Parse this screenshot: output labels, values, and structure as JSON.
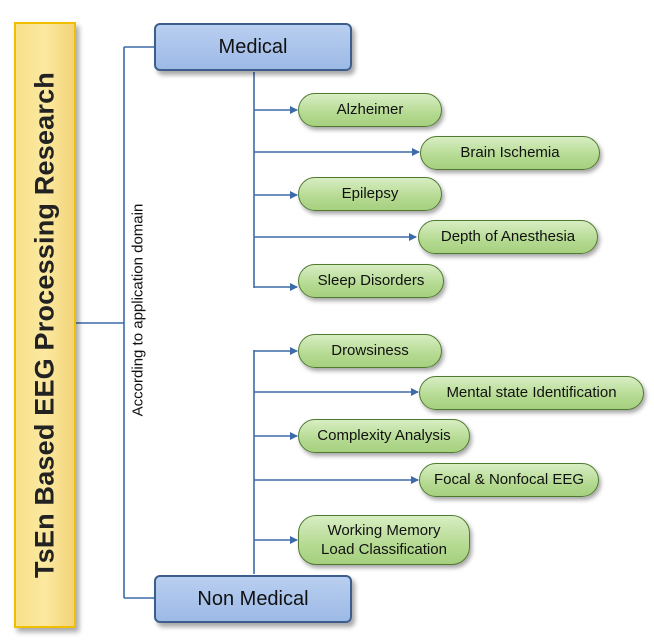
{
  "root": {
    "title": "TsEn Based EEG Processing Research"
  },
  "branch_label": "According to application domain",
  "categories": {
    "medical": "Medical",
    "non_medical": "Non Medical"
  },
  "medical_items": [
    "Alzheimer",
    "Brain Ischemia",
    "Epilepsy",
    "Depth of Anesthesia",
    "Sleep Disorders"
  ],
  "non_medical_items": [
    "Drowsiness",
    "Mental state Identification",
    "Complexity Analysis",
    "Focal & Nonfocal EEG",
    "Working Memory Load Classification"
  ],
  "colors": {
    "root_fill": "#fce9a0",
    "root_border": "#f0c000",
    "category_fill": "#9cb9e6",
    "category_border": "#3d5e8c",
    "leaf_fill": "#b5da92",
    "leaf_border": "#4f7a30",
    "connector": "#3d6aa8"
  }
}
